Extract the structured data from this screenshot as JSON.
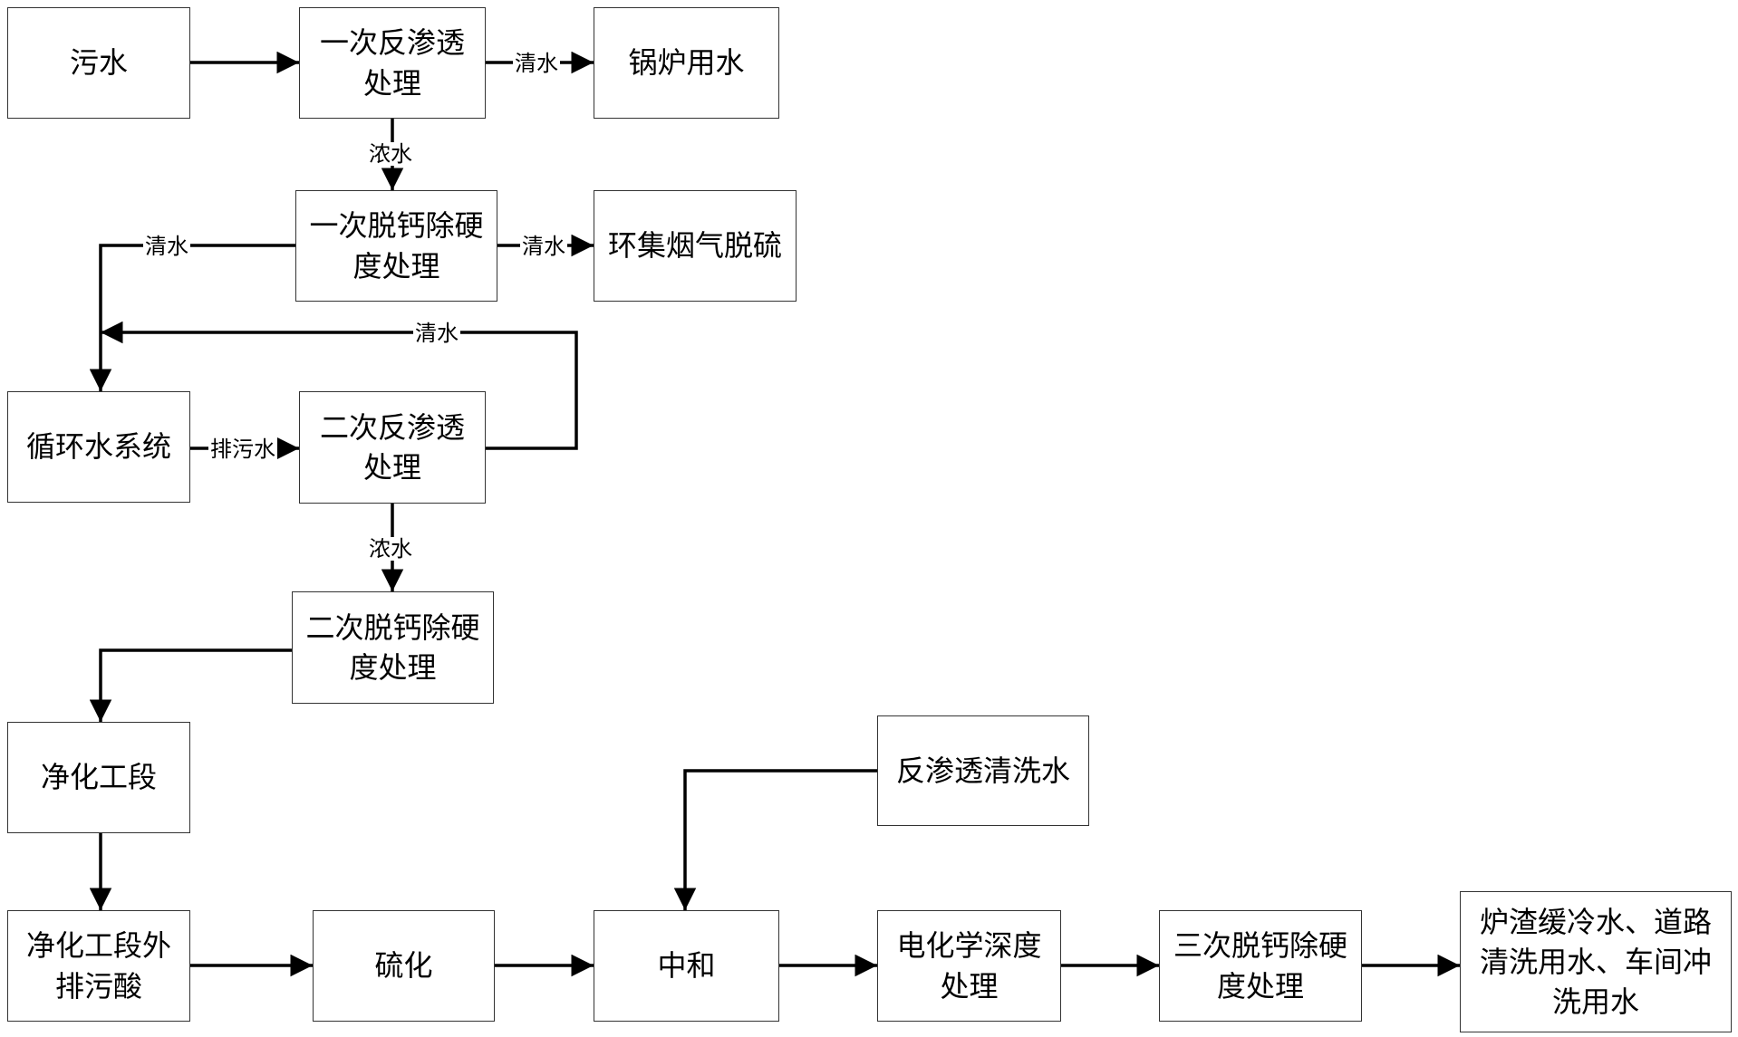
{
  "nodes": {
    "wastewater": "污水",
    "ro1": "一次反渗透处理",
    "boiler_water": "锅炉用水",
    "decalc1": "一次脱钙除硬度处理",
    "desulfur": "环集烟气脱硫",
    "circulating": "循环水系统",
    "ro2": "二次反渗透处理",
    "decalc2": "二次脱钙除硬度处理",
    "purification": "净化工段",
    "waste_acid": "净化工段外排污酸",
    "sulfidation": "硫化",
    "neutralization": "中和",
    "ro_wash": "反渗透清洗水",
    "electrochem": "电化学深度处理",
    "decalc3": "三次脱钙除硬度处理",
    "reuse": "炉渣缓冷水、道路清洗用水、车间冲洗用水"
  },
  "labels": {
    "clear1": "清水",
    "conc1": "浓水",
    "clear2": "清水",
    "clear3": "清水",
    "clear4": "清水",
    "blowdown": "排污水",
    "conc2": "浓水"
  }
}
